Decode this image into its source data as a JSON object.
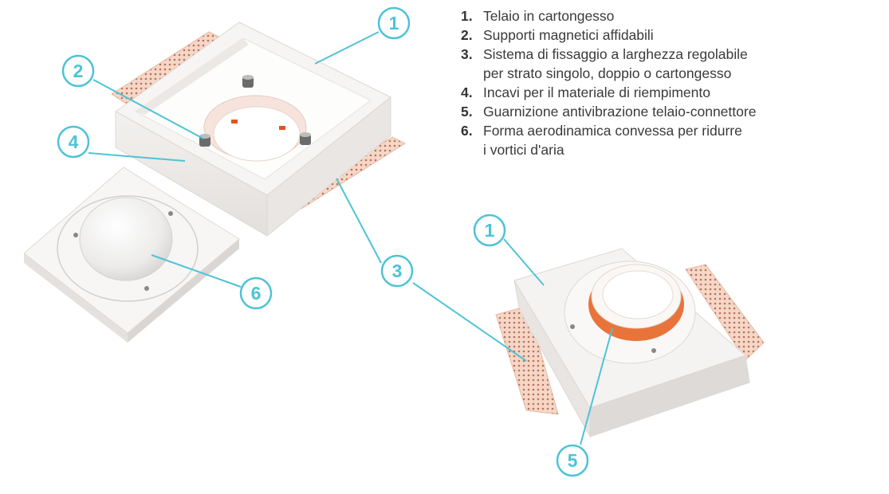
{
  "legend": [
    {
      "number": "1.",
      "lines": [
        "Telaio in cartongesso"
      ]
    },
    {
      "number": "2.",
      "lines": [
        "Supporti magnetici affidabili"
      ]
    },
    {
      "number": "3.",
      "lines": [
        "Sistema di fissaggio a larghezza regolabile",
        "per strato singolo, doppio o cartongesso"
      ]
    },
    {
      "number": "4.",
      "lines": [
        "Incavi per il materiale di riempimento"
      ]
    },
    {
      "number": "5.",
      "lines": [
        "Guarnizione antivibrazione telaio-connettore"
      ]
    },
    {
      "number": "6.",
      "lines": [
        "Forma aerodinamica convessa per ridurre",
        "i vortici d'aria"
      ]
    }
  ],
  "callouts": [
    "1",
    "2",
    "4",
    "6",
    "3",
    "1",
    "5"
  ],
  "colors": {
    "callout": "#4ec3d6",
    "gasket": "#e8743a",
    "plaster": "#f4f1ee",
    "mesh": "#f1c6b3"
  }
}
